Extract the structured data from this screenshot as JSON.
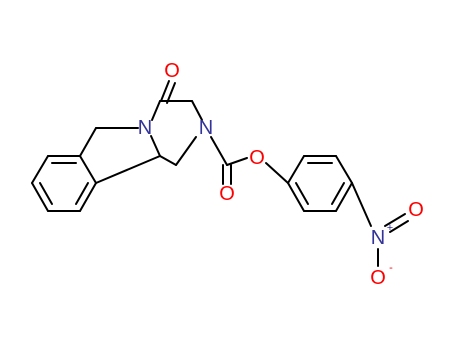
{
  "molecule": {
    "atom_labels": {
      "o_ketone": "O",
      "n_ring": "N",
      "n_amine": "N",
      "o_ester": "O",
      "o_carbonyl": "O",
      "n_nitro": "N",
      "n_nitro_charge": "+",
      "o_nitro_top": "O",
      "o_nitro_bottom": "O",
      "o_nitro_bottom_charge": "-"
    },
    "colors": {
      "bond": "#000000",
      "oxygen": "#ff0000",
      "nitrogen": "#333399"
    }
  }
}
